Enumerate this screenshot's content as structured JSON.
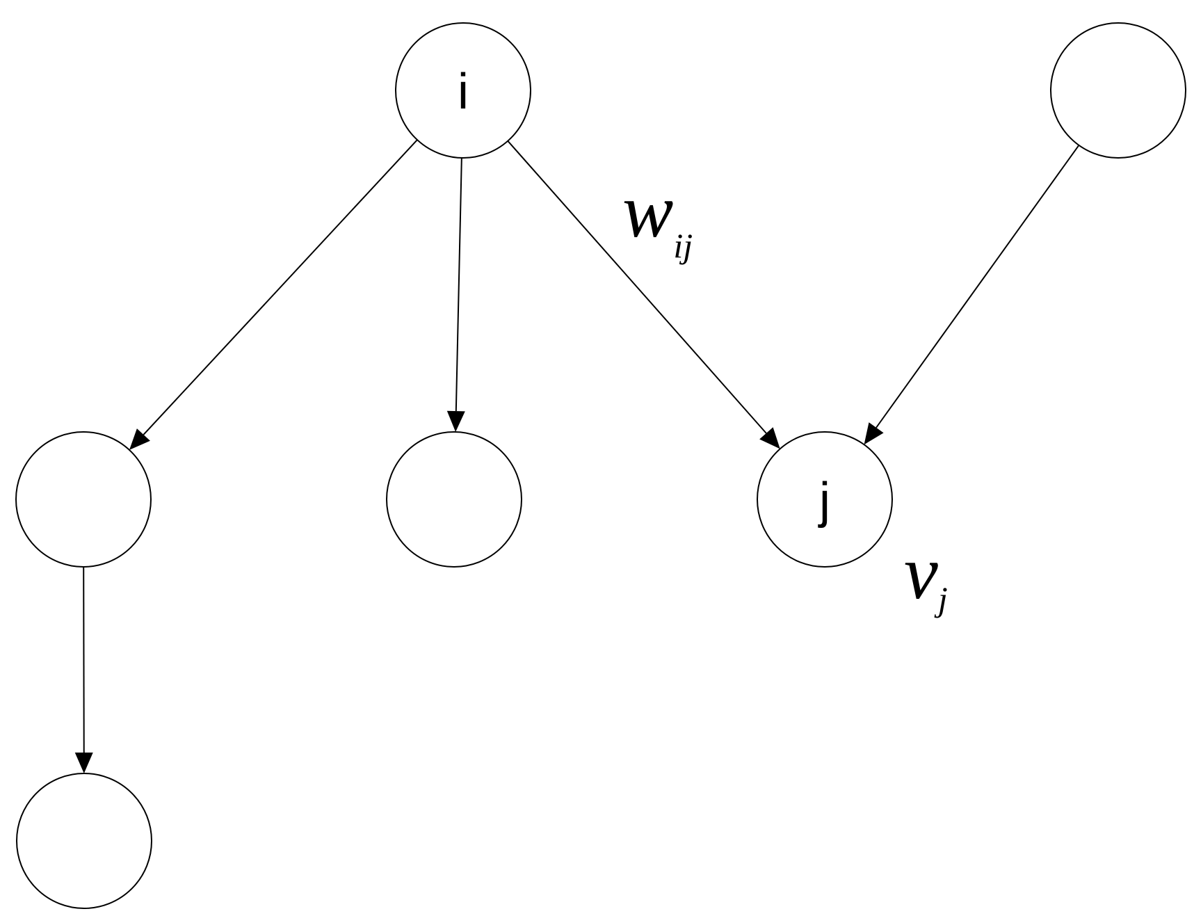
{
  "nodes": [
    {
      "id": "i",
      "label": "i"
    },
    {
      "id": "left",
      "label": ""
    },
    {
      "id": "middle",
      "label": ""
    },
    {
      "id": "j",
      "label": "j"
    },
    {
      "id": "top-right",
      "label": ""
    },
    {
      "id": "bottom-left",
      "label": ""
    }
  ],
  "edges": [
    {
      "from": "i",
      "to": "left"
    },
    {
      "from": "i",
      "to": "middle"
    },
    {
      "from": "i",
      "to": "j"
    },
    {
      "from": "top-right",
      "to": "j"
    },
    {
      "from": "left",
      "to": "bottom-left"
    }
  ],
  "labels": {
    "edge_weight": {
      "main": "w",
      "sub": "ij"
    },
    "node_value": {
      "main": "v",
      "sub": "j"
    }
  }
}
